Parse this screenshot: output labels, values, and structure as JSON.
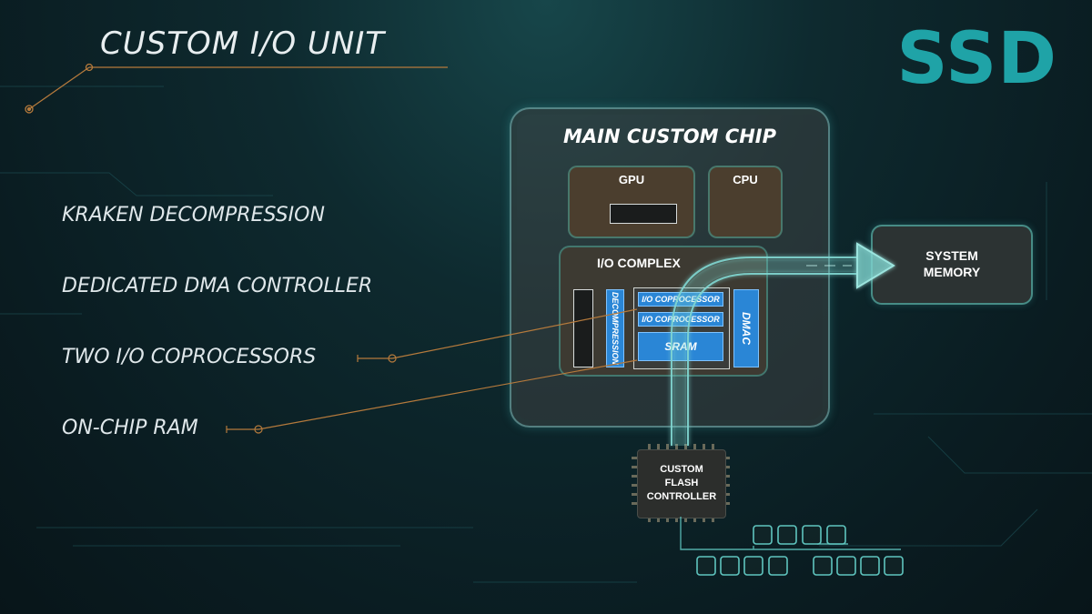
{
  "header": {
    "title": "CUSTOM I/O UNIT",
    "brand": "SSD"
  },
  "features": [
    "KRAKEN DECOMPRESSION",
    "DEDICATED DMA CONTROLLER",
    "TWO I/O COPROCESSORS",
    "ON-CHIP RAM"
  ],
  "chip": {
    "title": "MAIN CUSTOM CHIP",
    "gpu_label": "GPU",
    "cpu_label": "CPU",
    "io_complex": {
      "label": "I/O COMPLEX",
      "decompression_label": "DECOMPRESSION",
      "coprocessor_1": "I/O COPROCESSOR",
      "coprocessor_2": "I/O COPROCESSOR",
      "sram_label": "SRAM",
      "dmac_label": "DMAC"
    }
  },
  "system_memory": {
    "line1": "SYSTEM",
    "line2": "MEMORY"
  },
  "flash_controller": {
    "line1": "CUSTOM",
    "line2": "FLASH",
    "line3": "CONTROLLER"
  },
  "colors": {
    "brand": "#1fa3a7",
    "accent_line": "#b57a3c",
    "data_path": "#7fd6d0",
    "block_blue": "#2a86d6"
  }
}
